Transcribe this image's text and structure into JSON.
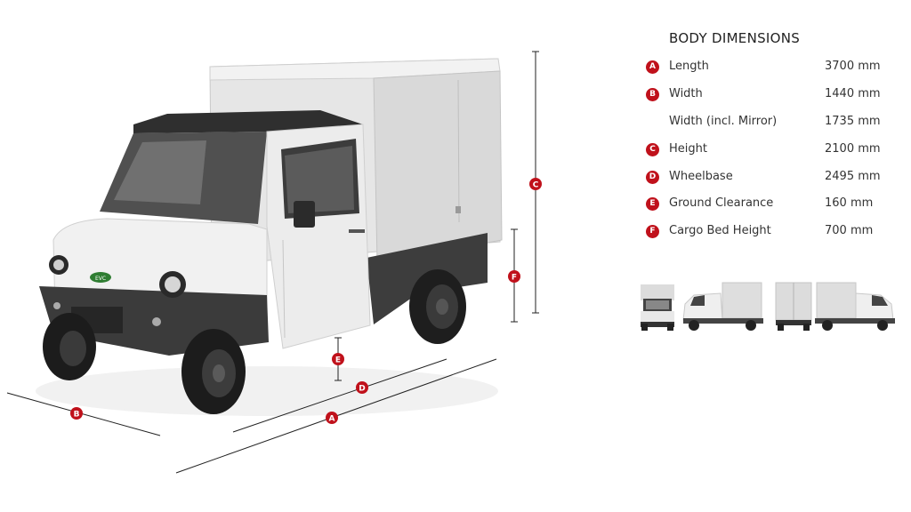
{
  "specs": {
    "title": "BODY DIMENSIONS",
    "rows": [
      {
        "badge": "A",
        "label": "Length",
        "value": "3700 mm"
      },
      {
        "badge": "B",
        "label": "Width",
        "value": "1440 mm"
      },
      {
        "badge": "",
        "label": "Width (incl. Mirror)",
        "value": "1735 mm"
      },
      {
        "badge": "C",
        "label": "Height",
        "value": "2100 mm"
      },
      {
        "badge": "D",
        "label": "Wheelbase",
        "value": "2495 mm"
      },
      {
        "badge": "E",
        "label": "Ground Clearance",
        "value": "160 mm"
      },
      {
        "badge": "F",
        "label": "Cargo Bed Height",
        "value": "700 mm"
      }
    ]
  },
  "diagram": {
    "badges": {
      "a": "A",
      "b": "B",
      "c": "C",
      "d": "D",
      "e": "E",
      "f": "F"
    },
    "logo_text": "EVC"
  },
  "colors": {
    "accent": "#c0111b",
    "body": "#e9e9e9",
    "dark": "#3a3a3a"
  }
}
